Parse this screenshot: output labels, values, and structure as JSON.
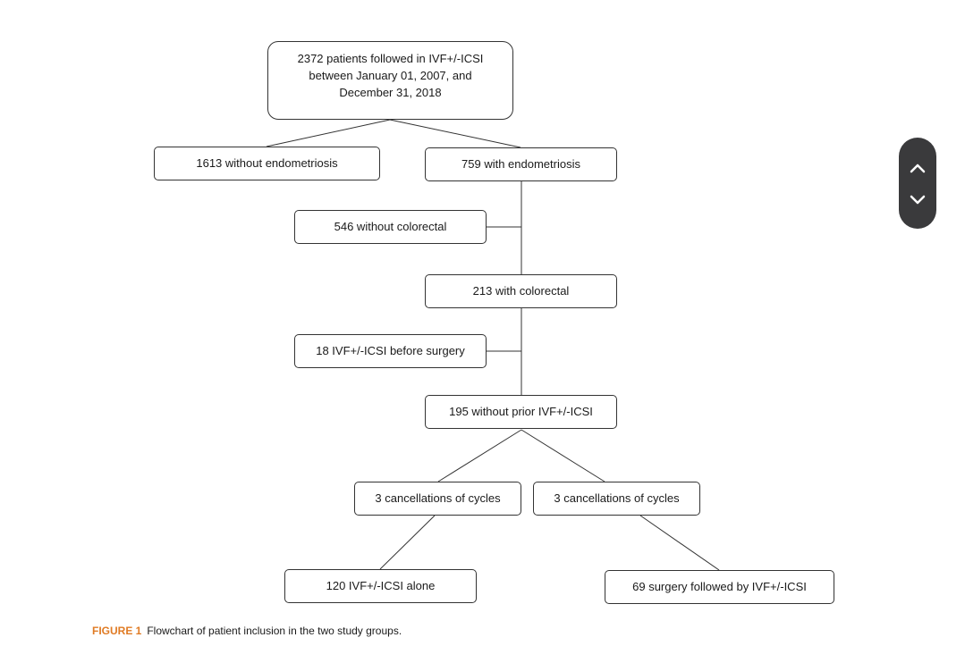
{
  "flowchart": {
    "root": {
      "text": "2372 patients followed in IVF+/-ICSI between January 01, 2007, and December 31, 2018"
    },
    "without_endometriosis": {
      "text": "1613 without endometriosis"
    },
    "with_endometriosis": {
      "text": "759 with endometriosis"
    },
    "without_colorectal": {
      "text": "546 without colorectal"
    },
    "with_colorectal": {
      "text": "213 with colorectal"
    },
    "ivf_before_surgery": {
      "text": "18 IVF+/-ICSI before surgery"
    },
    "without_prior_ivf": {
      "text": "195 without prior IVF+/-ICSI"
    },
    "cancellations_left": {
      "text": "3 cancellations of cycles"
    },
    "cancellations_right": {
      "text": "3 cancellations of cycles"
    },
    "ivf_alone": {
      "text": "120 IVF+/-ICSI alone"
    },
    "surgery_then_ivf": {
      "text": "69 surgery followed by IVF+/-ICSI"
    }
  },
  "caption": {
    "label": "FIGURE 1",
    "text": "Flowchart of patient inclusion in the two study groups."
  },
  "scroll_control": {
    "up_icon": "chevron-up-icon",
    "down_icon": "chevron-down-icon",
    "background": "#3a3a3c"
  },
  "colors": {
    "caption_label": "#e07b24",
    "border": "#333333"
  }
}
